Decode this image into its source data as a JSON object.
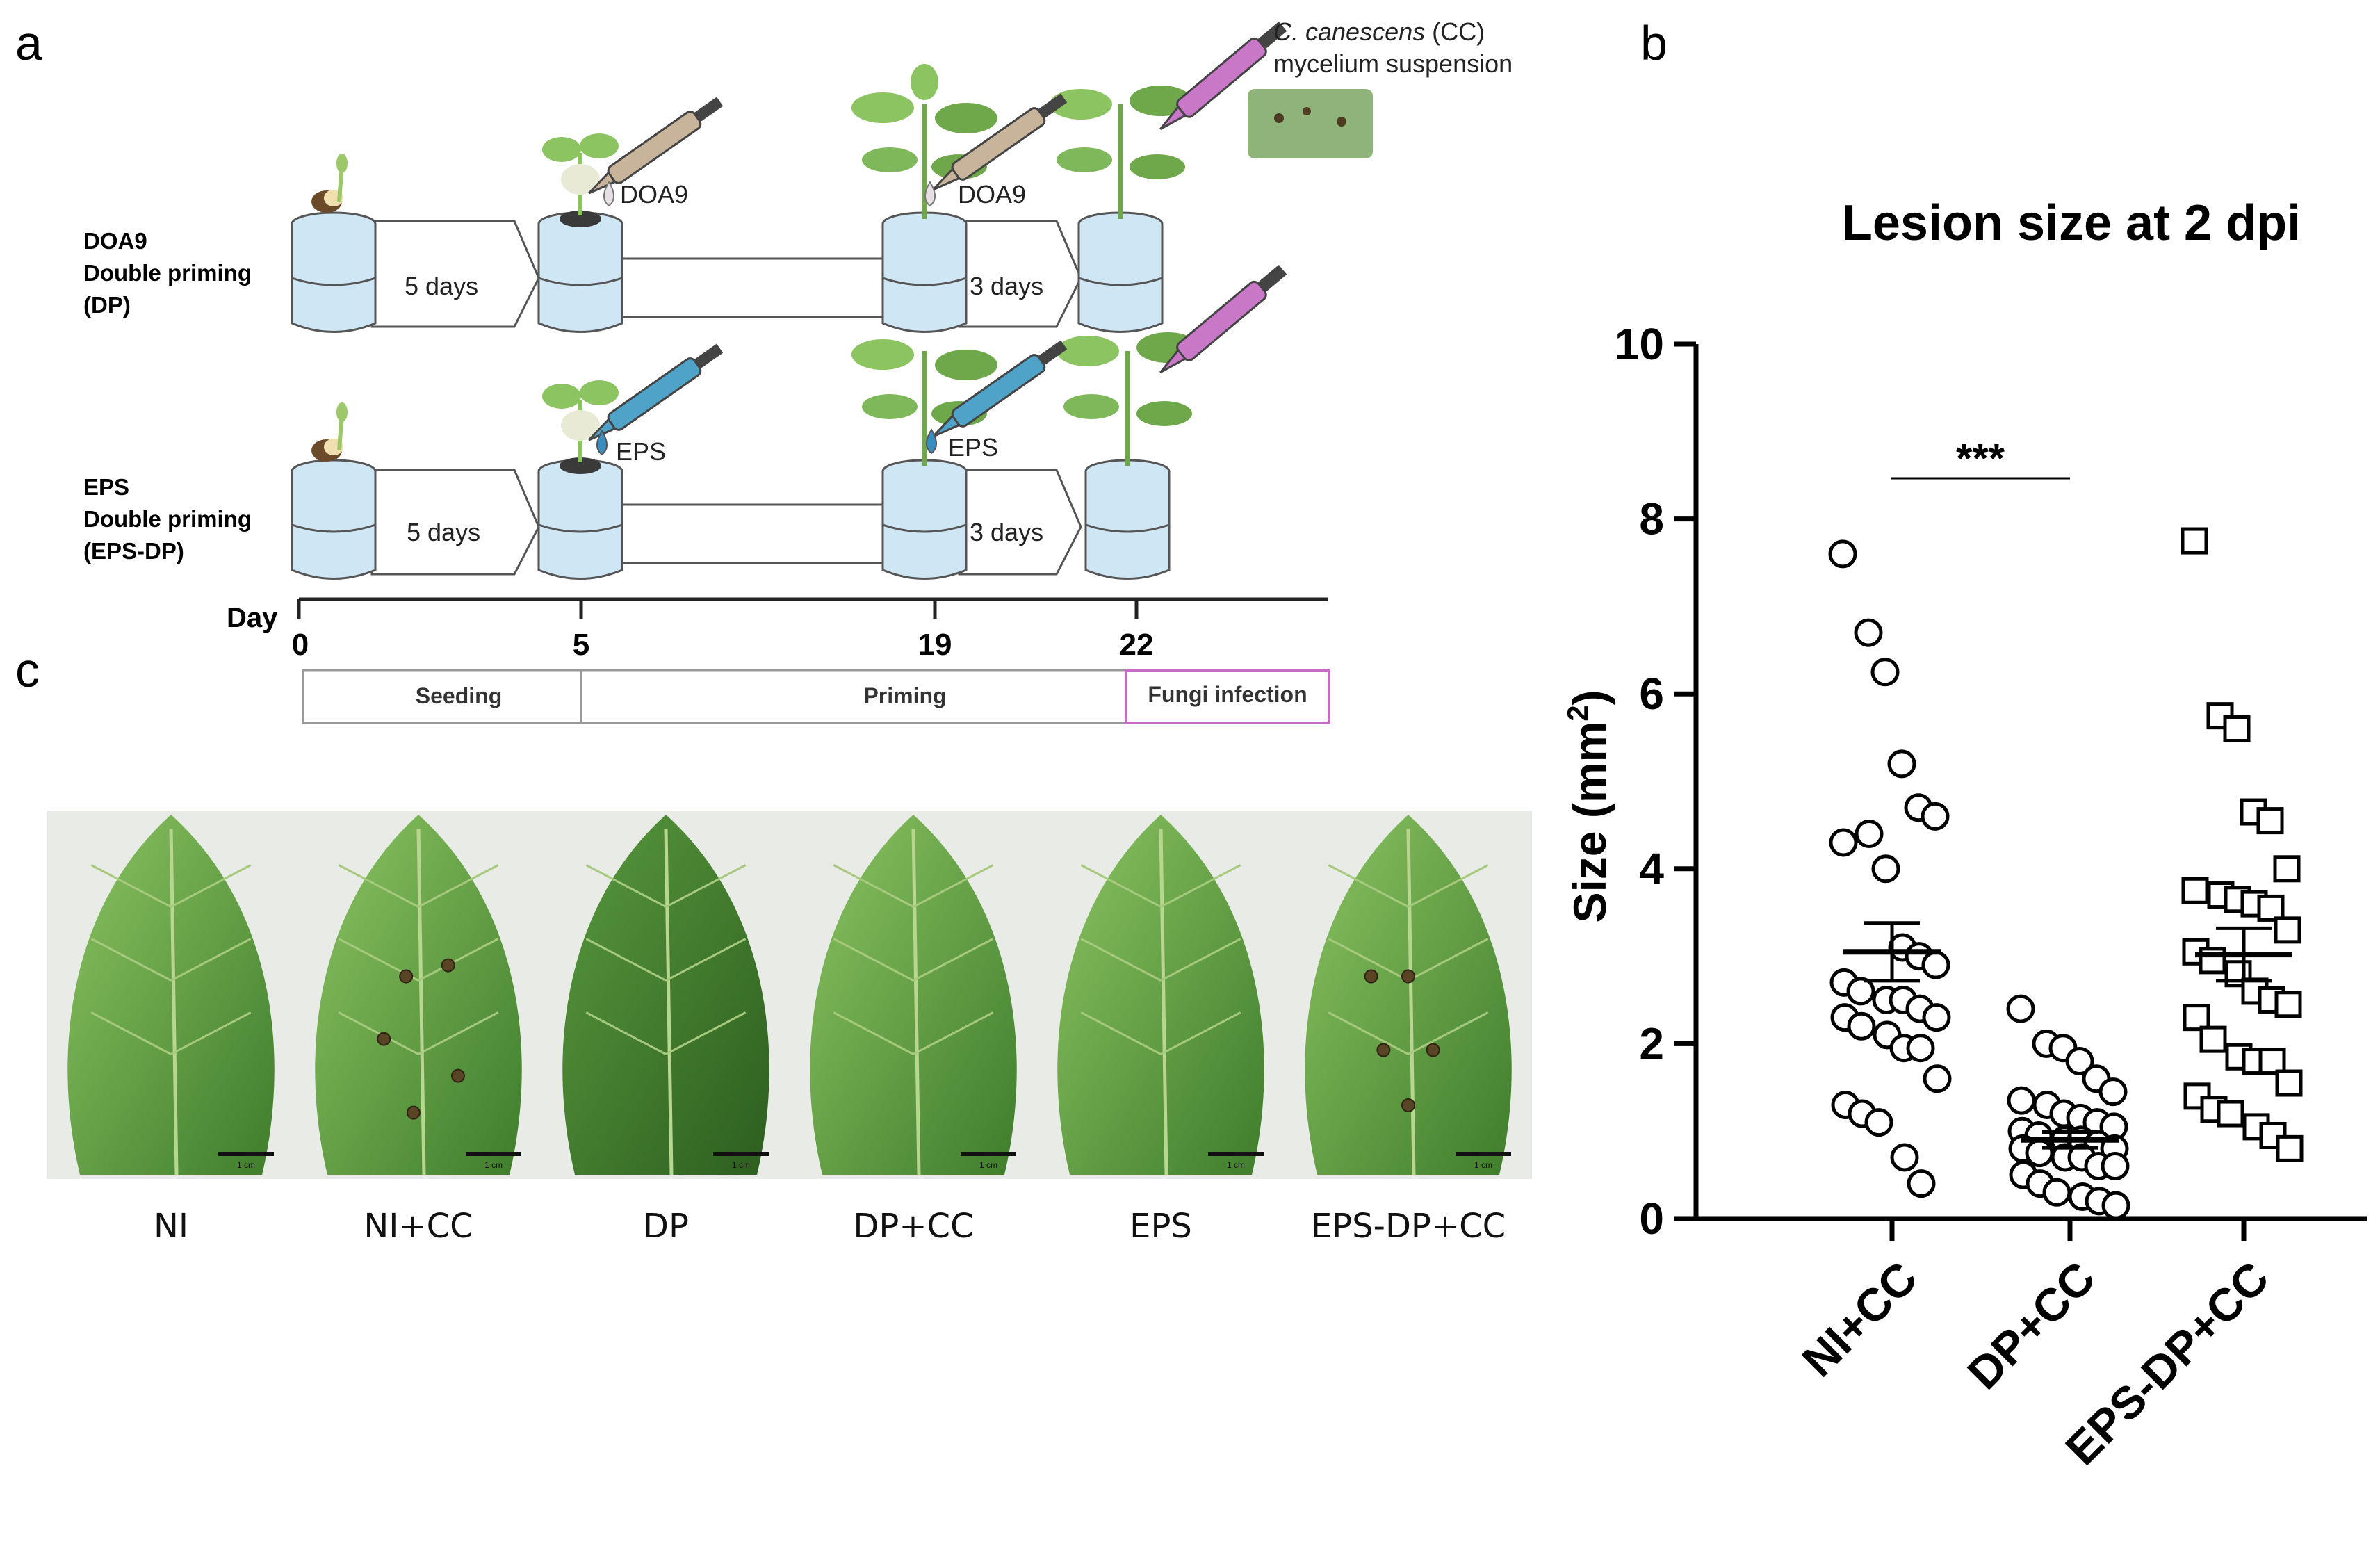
{
  "panel_a": {
    "label": "a",
    "rows": [
      {
        "name_lines": [
          "DOA9",
          "Double priming",
          "(DP)"
        ],
        "treatment": "DOA9",
        "interval_1": "5 days",
        "interval_2": "3 days"
      },
      {
        "name_lines": [
          "EPS",
          "Double priming",
          "(EPS-DP)"
        ],
        "treatment": "EPS",
        "interval_1": "5 days",
        "interval_2": "3 days"
      }
    ],
    "pathogen_label_italic": "C. canescens",
    "pathogen_label_rest": " (CC)",
    "pathogen_label_line2": "mycelium suspension",
    "timeline": {
      "day_label": "Day",
      "days": [
        "0",
        "5",
        "19",
        "22"
      ],
      "phases": [
        "Seeding",
        "Priming",
        "Fungi infection"
      ]
    }
  },
  "panel_c": {
    "label": "c",
    "leaves": [
      "NI",
      "NI+CC",
      "DP",
      "DP+CC",
      "EPS",
      "EPS-DP+CC"
    ],
    "scale_bar": "1 cm"
  },
  "panel_b": {
    "label": "b",
    "significance": "***"
  },
  "colors": {
    "pot": "#cfe6f5",
    "leaf_light": "#7fb85a",
    "leaf_dark": "#3f7d2c",
    "pipette_pink": "#c978c8",
    "pipette_blue": "#4fa3c9",
    "pipette_tan": "#c8b49a",
    "infection_border": "#c76bc4"
  },
  "chart_data": {
    "type": "scatter",
    "title": "Lesion size at 2 dpi",
    "ylabel_main": "Size (mm",
    "ylabel_sup": "2",
    "ylabel_end": ")",
    "xlabel": "",
    "ylim": [
      0,
      10
    ],
    "yticks": [
      "0",
      "2",
      "4",
      "6",
      "8",
      "10"
    ],
    "categories": [
      "NI+CC",
      "DP+CC",
      "EPS-DP+CC"
    ],
    "markers": [
      "circle",
      "circle",
      "square"
    ],
    "means": [
      3.05,
      0.9,
      3.02
    ],
    "sem": [
      0.33,
      0.09,
      0.3
    ],
    "series": [
      {
        "values": [
          7.6,
          6.7,
          6.25,
          5.2,
          4.7,
          4.6,
          4.3,
          4.4,
          4.0,
          3.1,
          3.0,
          2.9,
          2.7,
          2.6,
          2.5,
          2.5,
          2.4,
          2.3,
          2.3,
          2.2,
          2.1,
          1.95,
          1.95,
          1.6,
          1.3,
          1.2,
          1.1,
          0.7,
          0.4
        ]
      },
      {
        "values": [
          2.4,
          2.0,
          1.95,
          1.8,
          1.6,
          1.45,
          1.35,
          1.3,
          1.2,
          1.15,
          1.1,
          1.05,
          1.0,
          0.95,
          0.9,
          0.9,
          0.85,
          0.8,
          0.8,
          0.75,
          0.7,
          0.7,
          0.6,
          0.6,
          0.5,
          0.4,
          0.3,
          0.25,
          0.2,
          0.15
        ]
      },
      {
        "values": [
          7.75,
          5.75,
          5.6,
          4.65,
          4.55,
          4.0,
          3.75,
          3.7,
          3.65,
          3.6,
          3.55,
          3.3,
          3.05,
          2.95,
          2.8,
          2.6,
          2.5,
          2.45,
          2.3,
          2.05,
          1.85,
          1.8,
          1.8,
          1.55,
          1.4,
          1.25,
          1.2,
          1.05,
          0.95,
          0.8
        ]
      }
    ]
  }
}
